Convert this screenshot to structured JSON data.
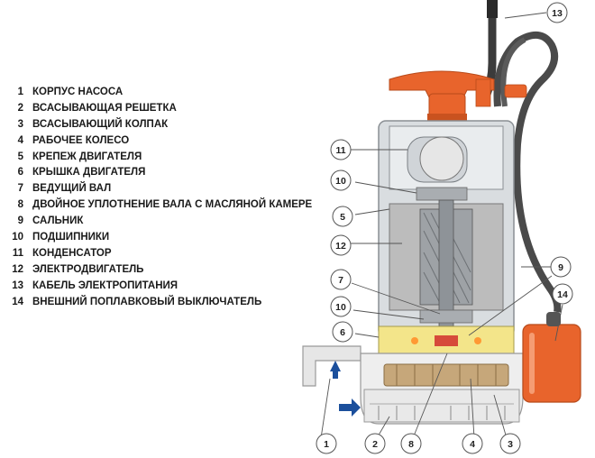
{
  "legend": [
    {
      "num": "1",
      "label": "КОРПУС НАСОСА"
    },
    {
      "num": "2",
      "label": "ВСАСЫВАЮЩАЯ РЕШЕТКА"
    },
    {
      "num": "3",
      "label": "ВСАСЫВАЮЩИЙ КОЛПАК"
    },
    {
      "num": "4",
      "label": "РАБОЧЕЕ КОЛЕСО"
    },
    {
      "num": "5",
      "label": "КРЕПЕЖ ДВИГАТЕЛЯ"
    },
    {
      "num": "6",
      "label": "КРЫШКА ДВИГАТЕЛЯ"
    },
    {
      "num": "7",
      "label": "ВЕДУЩИЙ ВАЛ"
    },
    {
      "num": "8",
      "label": "ДВОЙНОЕ УПЛОТНЕНИЕ ВАЛА С МАСЛЯНОЙ КАМЕРЕ"
    },
    {
      "num": "9",
      "label": "САЛЬНИК"
    },
    {
      "num": "10",
      "label": "ПОДШИПНИКИ"
    },
    {
      "num": "11",
      "label": "КОНДЕНСАТОР"
    },
    {
      "num": "12",
      "label": "ЭЛЕКТРОДВИГАТЕЛЬ"
    },
    {
      "num": "13",
      "label": "КАБЕЛЬ ЭЛЕКТРОПИТАНИЯ"
    },
    {
      "num": "14",
      "label": "ВНЕШНИЙ ПОПЛАВКОВЫЙ ВЫКЛЮЧАТЕЛЬ"
    }
  ],
  "callouts": {
    "c1": "1",
    "c2": "2",
    "c3": "3",
    "c4": "4",
    "c5": "5",
    "c6": "6",
    "c7": "7",
    "c8": "8",
    "c9": "9",
    "c10a": "10",
    "c10b": "10",
    "c11": "11",
    "c12": "12",
    "c13": "13",
    "c14": "14"
  },
  "colors": {
    "handle": "#e8642c",
    "float": "#e8642c",
    "motor": "#b9b9b9",
    "oil": "#f3e58a",
    "impeller": "#c6a77a",
    "flow_arrow": "#1b4f9c",
    "cable": "#444444"
  }
}
